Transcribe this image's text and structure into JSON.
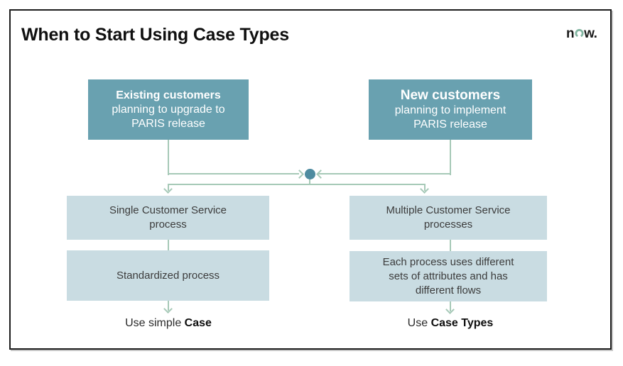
{
  "colors": {
    "teal_box": "#69a1b0",
    "light_box": "#c9dce2",
    "connector": "#a6c9b7",
    "node_dot": "#4e8ba0",
    "logo_o": "#81b5a1"
  },
  "header": {
    "title": "When to Start Using Case Types",
    "logo_prefix": "n",
    "logo_suffix": "w."
  },
  "flow": {
    "left": {
      "source_heading": "Existing customers",
      "source_line1": "planning to upgrade to",
      "source_line2": "PARIS release",
      "step1_line1": "Single Customer Service",
      "step1_line2": "process",
      "step2_line1": "Standardized process",
      "conclusion_prefix": "Use simple ",
      "conclusion_emphasis": "Case"
    },
    "right": {
      "source_heading": "New customers",
      "source_line1": "planning to implement",
      "source_line2": "PARIS release",
      "step1_line1": "Multiple Customer Service",
      "step1_line2": "processes",
      "step2_line1": "Each process uses different",
      "step2_line2": "sets of attributes and has",
      "step2_line3": "different flows",
      "conclusion_prefix": "Use ",
      "conclusion_emphasis": "Case Types"
    }
  }
}
